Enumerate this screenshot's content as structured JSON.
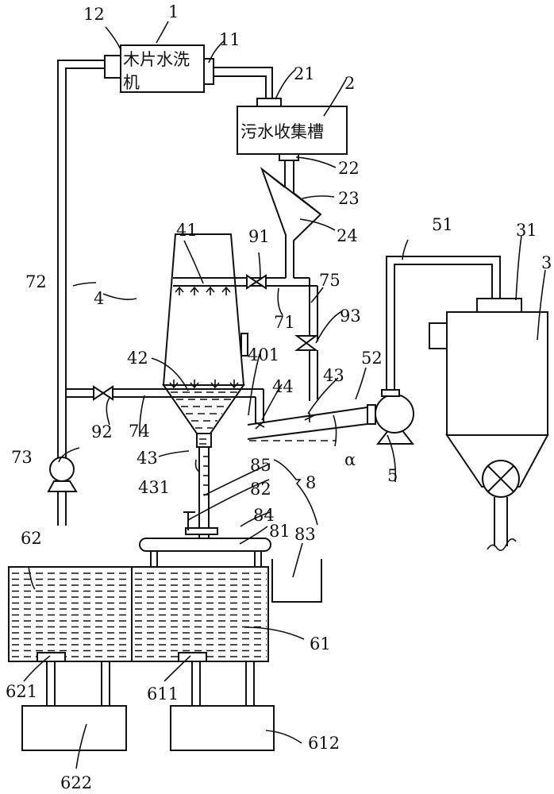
{
  "diagram": {
    "type": "process schematic (wood chip washing wastewater treatment system)",
    "components": {
      "washer": {
        "id": "1",
        "name": "木片水洗机",
        "line1": "木片水洗",
        "line2": "机"
      },
      "collection_tank": {
        "id": "2",
        "name": "污水收集槽"
      },
      "separator": {
        "id": "3"
      },
      "settling_tower": {
        "id": "4"
      },
      "pump_5": {
        "id": "5"
      },
      "tank_61": {
        "id": "61"
      },
      "tank_62": {
        "id": "62"
      },
      "device_8": {
        "id": "8"
      }
    },
    "labels": {
      "l1": "1",
      "l11": "11",
      "l12": "12",
      "l2": "2",
      "l21": "21",
      "l22": "22",
      "l23": "23",
      "l24": "24",
      "l3": "3",
      "l31": "31",
      "l4": "4",
      "l41": "41",
      "l42": "42",
      "l43a": "43",
      "l43b": "43",
      "l44": "44",
      "l401": "401",
      "l431": "431",
      "l5": "5",
      "l51": "51",
      "l52": "52",
      "l61": "61",
      "l611": "611",
      "l612": "612",
      "l62": "62",
      "l621": "621",
      "l622": "622",
      "l71": "71",
      "l72": "72",
      "l73": "73",
      "l74": "74",
      "l75": "75",
      "l8": "8",
      "l81": "81",
      "l82": "82",
      "l83": "83",
      "l84": "84",
      "l85": "85",
      "l91": "91",
      "l92": "92",
      "l93": "93",
      "alpha": "α"
    }
  }
}
